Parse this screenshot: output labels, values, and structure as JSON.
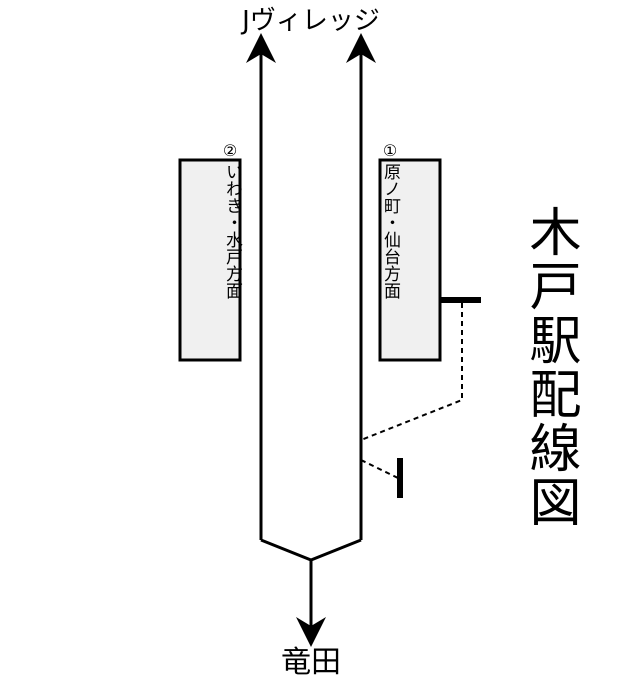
{
  "title": "木戸駅配線図",
  "north_destination": "Jヴィレッジ",
  "south_destination": "竜田",
  "platforms": [
    {
      "number": "②",
      "direction": "いわき・水戸方面"
    },
    {
      "number": "①",
      "direction": "原ノ町・仙台方面"
    }
  ],
  "colors": {
    "platform_fill": "#f0f0f0",
    "line": "#000000"
  }
}
